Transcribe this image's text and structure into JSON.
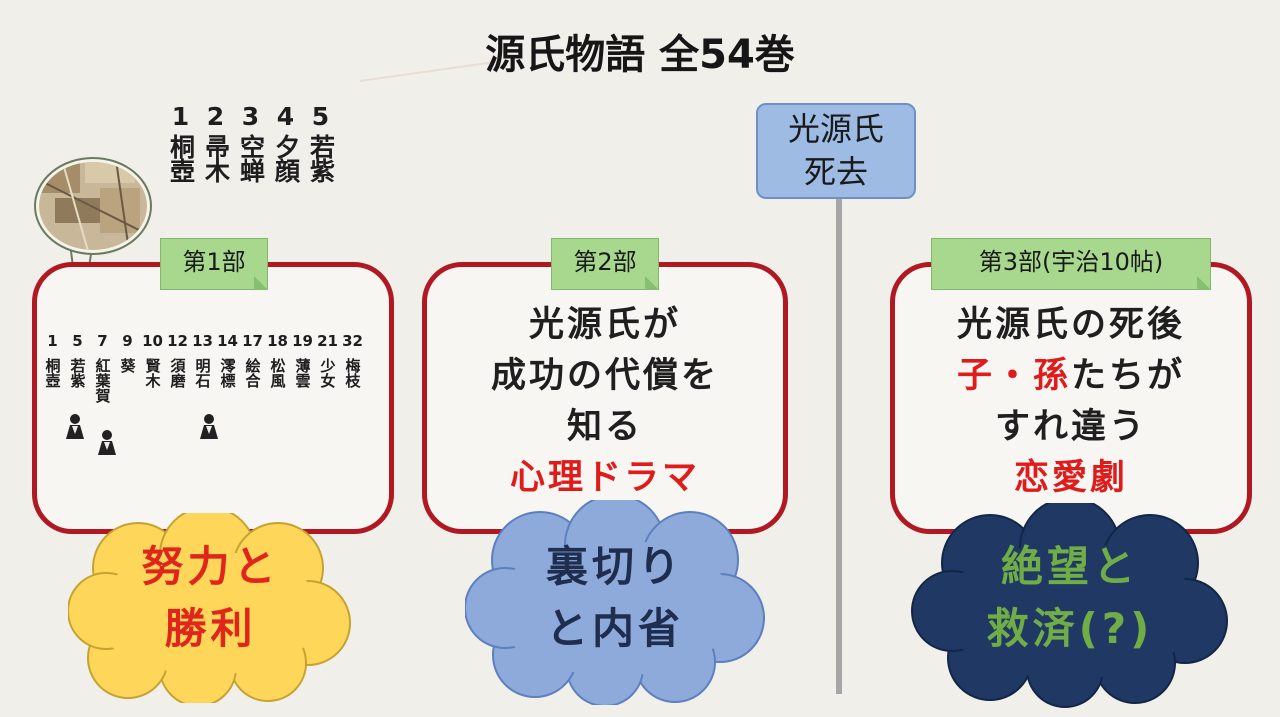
{
  "title": "源氏物語 全54巻",
  "top_volumes": [
    {
      "num": "1",
      "name": "桐壺"
    },
    {
      "num": "2",
      "name": "帚木"
    },
    {
      "num": "3",
      "name": "空蝉"
    },
    {
      "num": "4",
      "name": "夕顔"
    },
    {
      "num": "5",
      "name": "若紫"
    }
  ],
  "divider_label": {
    "line1": "光源氏",
    "line2": "死去"
  },
  "part1": {
    "tag": "第1部",
    "volumes": [
      {
        "num": "1",
        "name": "桐壺"
      },
      {
        "num": "5",
        "name": "若紫"
      },
      {
        "num": "7",
        "name": "紅葉賀"
      },
      {
        "num": "9",
        "name": "葵"
      },
      {
        "num": "10",
        "name": "賢木"
      },
      {
        "num": "12",
        "name": "須磨"
      },
      {
        "num": "13",
        "name": "明石"
      },
      {
        "num": "14",
        "name": "澪標"
      },
      {
        "num": "17",
        "name": "絵合"
      },
      {
        "num": "18",
        "name": "松風"
      },
      {
        "num": "19",
        "name": "薄雲"
      },
      {
        "num": "21",
        "name": "少女"
      },
      {
        "num": "32",
        "name": "梅枝"
      }
    ],
    "cloud_line1": "努力と",
    "cloud_line2": "勝利"
  },
  "part2": {
    "tag": "第2部",
    "line1": "光源氏が",
    "line2": "成功の代償を",
    "line3": "知る",
    "highlight": "心理ドラマ",
    "cloud_line1": "裏切り",
    "cloud_line2": "と内省"
  },
  "part3": {
    "tag": "第3部(宇治10帖)",
    "line1": "光源氏の死後",
    "line2_red_a": "子",
    "line2_sep": "・",
    "line2_red_b": "孫",
    "line2_rest": "たちが",
    "line3": "すれ違う",
    "highlight": "恋愛劇",
    "cloud_line1": "絶望と",
    "cloud_line2": "救済(?)"
  },
  "colors": {
    "frame_red": "#b01822",
    "highlight_red": "#e01b1b",
    "tag_green": "#a7d88e",
    "cloud_yellow": "#fdd65a",
    "cloud_blue": "#8eaadb",
    "cloud_navy": "#1f3864",
    "divider_gray": "#a6a6a6",
    "label_blue": "#9dbbe3"
  },
  "icons": [
    "illustration-bubble",
    "person-icon"
  ]
}
